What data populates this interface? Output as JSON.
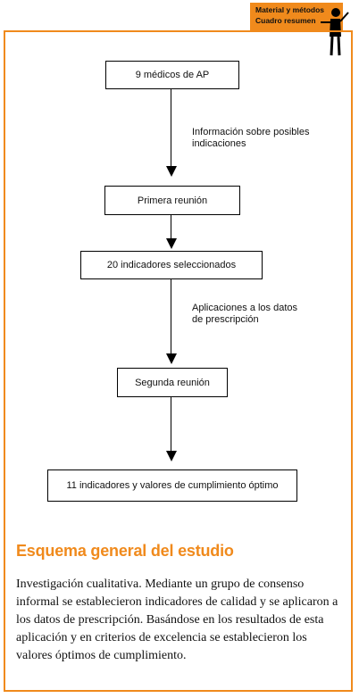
{
  "tab": {
    "line1": "Material y métodos",
    "line2": "Cuadro resumen"
  },
  "diagram": {
    "box1": "9 médicos de AP",
    "note1_line1": "Información sobre posibles",
    "note1_line2": "indicaciones",
    "box2": "Primera reunión",
    "box3": "20 indicadores seleccionados",
    "note2_line1": "Aplicaciones a los datos",
    "note2_line2": "de prescripción",
    "box4": "Segunda reunión",
    "box5": "11 indicadores y valores de cumplimiento óptimo"
  },
  "summary": {
    "title": "Esquema general del estudio",
    "text": "Investigación cualitativa. Mediante un grupo de consenso informal se establecieron indicadores de calidad y se aplicaron a los datos de prescripción. Basándose en los resultados de esta aplicación y en criterios de excelencia se establecieron los valores óptimos de cumplimiento."
  },
  "colors": {
    "accent": "#f08a1c",
    "text": "#111111"
  },
  "icons": {
    "presenter": "presenter-with-pointer-icon"
  }
}
